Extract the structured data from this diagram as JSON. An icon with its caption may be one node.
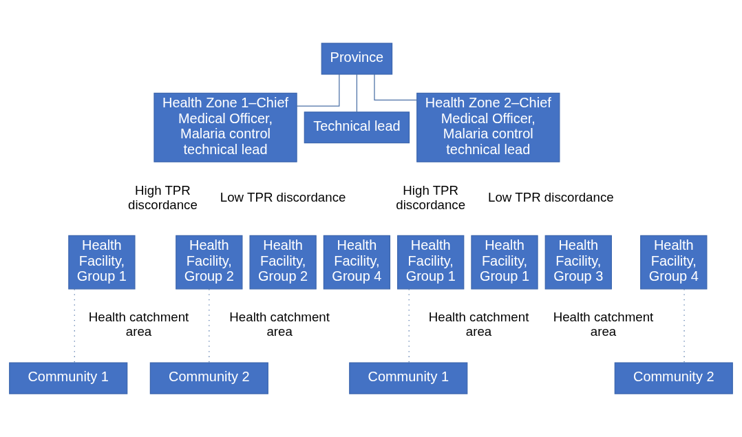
{
  "diagram": {
    "nodes": [
      {
        "text": [
          "Province"
        ]
      },
      {
        "text": [
          "Health Zone 1–Chief Medical Officer, Malaria control technical lead"
        ]
      },
      {
        "text": [
          "Technical lead"
        ]
      },
      {
        "text": [
          "Health Zone 2–Chief Medical Officer, Malaria control technical lead"
        ]
      },
      {
        "text": [
          "Health Facility, Group 1"
        ]
      },
      {
        "text": [
          "Health Facility, Group 2"
        ]
      },
      {
        "text": [
          "Health Facility, Group 2"
        ]
      },
      {
        "text": [
          "Health Facility, Group 4"
        ]
      },
      {
        "text": [
          "Health Facility, Group 1"
        ]
      },
      {
        "text": [
          "Health Facility, Group 1"
        ]
      },
      {
        "text": [
          "Health Facility, Group 3"
        ]
      },
      {
        "text": [
          "Health Facility, Group 4"
        ]
      },
      {
        "text": [
          "Community 1"
        ]
      },
      {
        "text": [
          "Community 2"
        ]
      },
      {
        "text": [
          "Community 1"
        ]
      },
      {
        "text": [
          "Community 2"
        ]
      }
    ],
    "edges": [
      {
        "from": 0,
        "to": 1,
        "arrow": "none"
      },
      {
        "from": 0,
        "to": 2,
        "arrow": "none"
      },
      {
        "from": 0,
        "to": 3,
        "arrow": "none"
      },
      {
        "from": 4,
        "to": 12,
        "arrow": "none",
        "style": "dashed"
      },
      {
        "from": 5,
        "to": 13,
        "arrow": "none",
        "style": "dashed"
      },
      {
        "from": 8,
        "to": 14,
        "arrow": "none",
        "style": "dashed"
      },
      {
        "from": 11,
        "to": 15,
        "arrow": "none",
        "style": "dashed"
      }
    ],
    "labels": [
      "High TPR discordance",
      "Low TPR discordance",
      "High TPR discordance",
      "Low TPR discordance",
      "Health catchment area",
      "Health catchment area",
      "Health catchment area",
      "Health catchment area"
    ]
  }
}
